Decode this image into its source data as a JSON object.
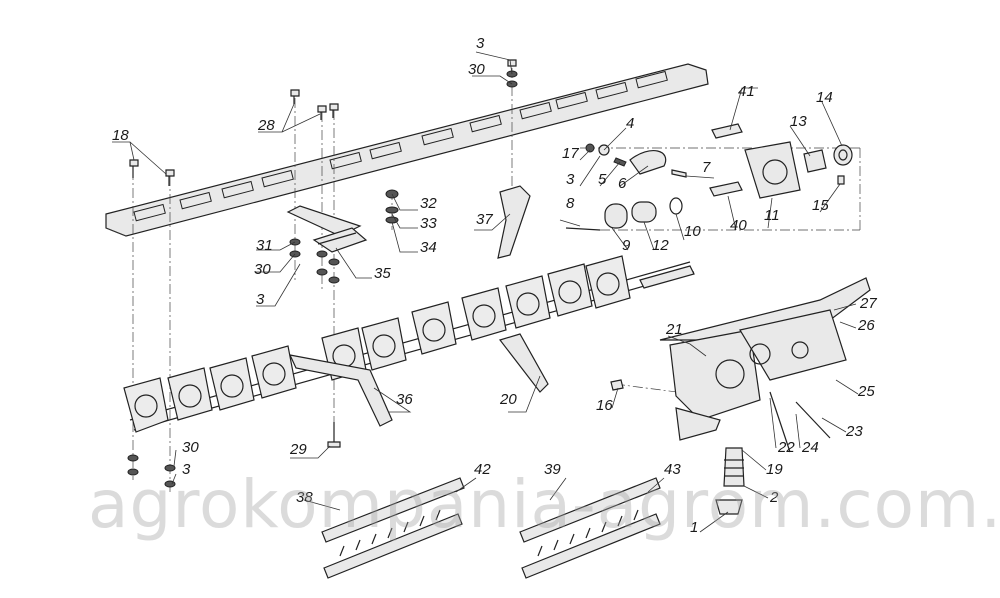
{
  "watermark": "agrokompania-agrom.com.ua",
  "callouts": [
    {
      "id": "c1",
      "text": "1"
    },
    {
      "id": "c2",
      "text": "2"
    },
    {
      "id": "c3a",
      "text": "3"
    },
    {
      "id": "c3b",
      "text": "3"
    },
    {
      "id": "c3c",
      "text": "3"
    },
    {
      "id": "c3d",
      "text": "3"
    },
    {
      "id": "c4",
      "text": "4"
    },
    {
      "id": "c5",
      "text": "5"
    },
    {
      "id": "c6",
      "text": "6"
    },
    {
      "id": "c7",
      "text": "7"
    },
    {
      "id": "c8",
      "text": "8"
    },
    {
      "id": "c9",
      "text": "9"
    },
    {
      "id": "c10",
      "text": "10"
    },
    {
      "id": "c11",
      "text": "11"
    },
    {
      "id": "c12",
      "text": "12"
    },
    {
      "id": "c13",
      "text": "13"
    },
    {
      "id": "c14",
      "text": "14"
    },
    {
      "id": "c15",
      "text": "15"
    },
    {
      "id": "c16",
      "text": "16"
    },
    {
      "id": "c17",
      "text": "17"
    },
    {
      "id": "c18",
      "text": "18"
    },
    {
      "id": "c19",
      "text": "19"
    },
    {
      "id": "c20",
      "text": "20"
    },
    {
      "id": "c21",
      "text": "21"
    },
    {
      "id": "c22",
      "text": "22"
    },
    {
      "id": "c23",
      "text": "23"
    },
    {
      "id": "c24",
      "text": "24"
    },
    {
      "id": "c25",
      "text": "25"
    },
    {
      "id": "c26",
      "text": "26"
    },
    {
      "id": "c27",
      "text": "27"
    },
    {
      "id": "c28",
      "text": "28"
    },
    {
      "id": "c29",
      "text": "29"
    },
    {
      "id": "c30a",
      "text": "30"
    },
    {
      "id": "c30b",
      "text": "30"
    },
    {
      "id": "c30c",
      "text": "30"
    },
    {
      "id": "c31",
      "text": "31"
    },
    {
      "id": "c32",
      "text": "32"
    },
    {
      "id": "c33",
      "text": "33"
    },
    {
      "id": "c34",
      "text": "34"
    },
    {
      "id": "c35",
      "text": "35"
    },
    {
      "id": "c36",
      "text": "36"
    },
    {
      "id": "c37",
      "text": "37"
    },
    {
      "id": "c38",
      "text": "38"
    },
    {
      "id": "c39",
      "text": "39"
    },
    {
      "id": "c40",
      "text": "40"
    },
    {
      "id": "c41",
      "text": "41"
    },
    {
      "id": "c42",
      "text": "42"
    },
    {
      "id": "c43",
      "text": "43"
    }
  ]
}
